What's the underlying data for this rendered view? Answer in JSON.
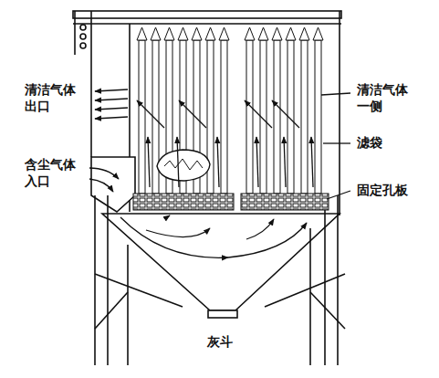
{
  "diagram": {
    "labels": [
      "清洁气体 出口",
      "清洁气体 一侧",
      "滤袋",
      "含尘气体 入口",
      "固定孔板",
      "灰斗"
    ]
  }
}
